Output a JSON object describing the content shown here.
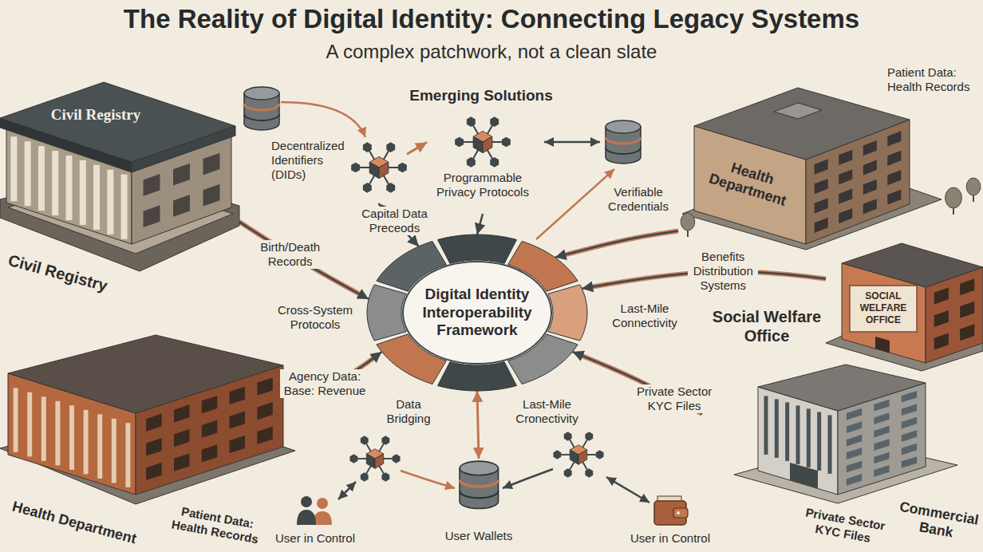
{
  "diagram": {
    "title": "The Reality of Digital Identity: Connecting Legacy Systems",
    "nodes": [
      {
        "text": [
          "Civil Registry",
          "Civil Registry"
        ]
      },
      {
        "text": [
          "Decentralized Identifiers (DIDs)"
        ]
      },
      {
        "text": [
          "Programmable Privacy Protocols"
        ]
      },
      {
        "text": [
          "Health Department",
          "Patient Data: Health Records"
        ]
      },
      {
        "text": [
          "Digital Identity Interoperability Framework"
        ]
      },
      {
        "text": [
          "SOCIAL WELFARE OFFICE",
          "Social Welfare Office"
        ]
      },
      {
        "text": [
          "Health Department",
          "Patient Data: Health Records"
        ]
      },
      {
        "text": [
          "Private Sector KYC Files",
          "Commercial Bank"
        ]
      },
      {
        "text": [
          "User Wallets"
        ]
      },
      {
        "text": [
          "User in Control"
        ]
      },
      {
        "text": [
          "User in Control"
        ]
      }
    ],
    "edges": [
      {
        "from": 0,
        "to": 4,
        "arrow": "to",
        "label": "Birth/Death Records"
      },
      {
        "from": 1,
        "to": 4,
        "arrow": "both",
        "label": "Capital Data Preceods"
      },
      {
        "from": 1,
        "to": 2,
        "arrow": "to"
      },
      {
        "from": 2,
        "to": 4,
        "arrow": "to"
      },
      {
        "from": 3,
        "to": 4,
        "arrow": "to"
      },
      {
        "from": 5,
        "to": 4,
        "arrow": "to",
        "label": "Benefits Distribution Systems"
      },
      {
        "from": 6,
        "to": 4,
        "arrow": "to",
        "label": "Agency Data: Base: Revenue"
      },
      {
        "from": 7,
        "to": 4,
        "arrow": "to",
        "label": "Private Sector KYC Files"
      },
      {
        "from": 4,
        "to": 8,
        "arrow": "both"
      }
    ],
    "labels": [
      "A complex patchwork, not a clean slate",
      "Emerging Solutions",
      "Verifiable Credentials",
      "Cross-System Protocols",
      "Last-Mile Connectivity",
      "Data Bridging",
      "Last-Mile Cronectivity"
    ]
  }
}
